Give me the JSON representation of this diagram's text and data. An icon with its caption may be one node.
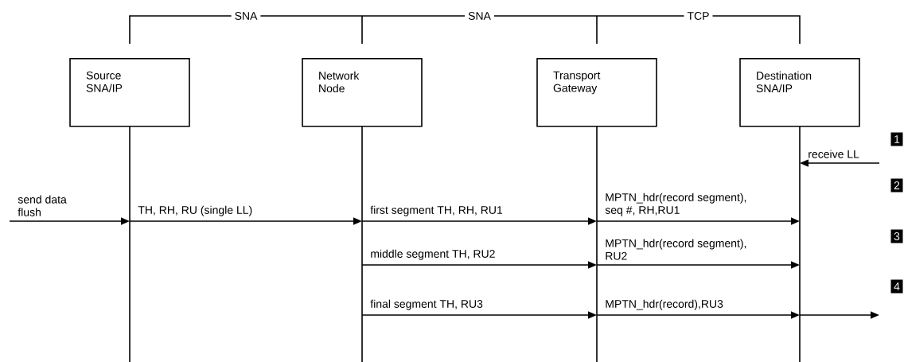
{
  "diagram": {
    "nodes": [
      {
        "text": [
          "Source SNA/IP"
        ]
      },
      {
        "text": [
          "Network Node"
        ]
      },
      {
        "text": [
          "Transport Gateway"
        ]
      },
      {
        "text": [
          "Destination SNA/IP"
        ]
      }
    ],
    "edges": [
      {
        "from": null,
        "to": 0,
        "arrow": "to",
        "label": "send data flush"
      },
      {
        "from": 0,
        "to": 1,
        "arrow": "to",
        "label": "TH, RH, RU (single LL)"
      },
      {
        "from": 1,
        "to": 2,
        "arrow": "to",
        "label": "first segment TH, RH, RU1"
      },
      {
        "from": 2,
        "to": 3,
        "arrow": "to",
        "label": "MPTN_hdr(record segment), seq #, RH,RU1"
      },
      {
        "from": null,
        "to": 3,
        "arrow": "to",
        "label": "receive LL"
      },
      {
        "from": 1,
        "to": 2,
        "arrow": "to",
        "label": "middle segment TH, RU2"
      },
      {
        "from": 2,
        "to": 3,
        "arrow": "to",
        "label": "MPTN_hdr(record segment), RU2"
      },
      {
        "from": 1,
        "to": 2,
        "arrow": "to",
        "label": "final segment TH, RU3"
      },
      {
        "from": 2,
        "to": 3,
        "arrow": "to",
        "label": "MPTN_hdr(record),RU3"
      },
      {
        "from": 3,
        "to": null,
        "arrow": "to"
      }
    ],
    "labels": [
      "SNA",
      "SNA",
      "TCP",
      "1",
      "2",
      "3",
      "4"
    ]
  }
}
